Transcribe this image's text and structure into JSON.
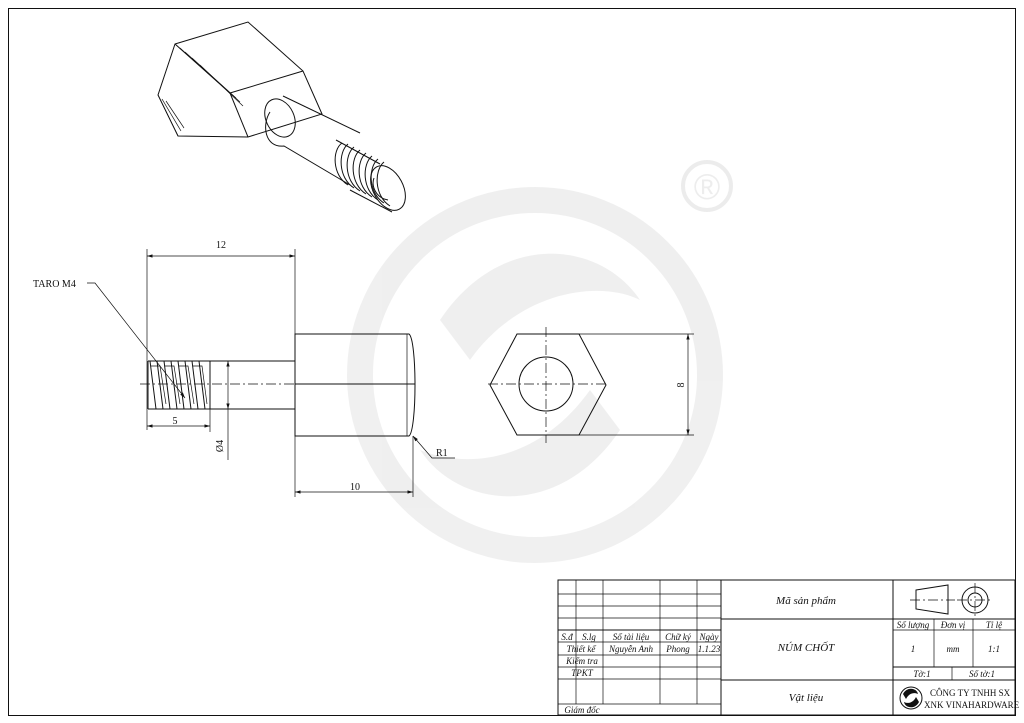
{
  "dimensions": {
    "overall_length": "12",
    "thread_length": "5",
    "body_length": "10",
    "shank_diameter": "Ø4",
    "across_flats": "8",
    "fillet_radius": "R1",
    "thread_callout": "TARO M4"
  },
  "title_block": {
    "headers": [
      "S.đ",
      "S.lg",
      "Số tài liệu",
      "Chữ ký",
      "Ngày"
    ],
    "designer_row": [
      "Thiết kế",
      "Nguyễn Anh",
      "Phong",
      "1.1.23"
    ],
    "check_label": "Kiểm tra",
    "tpkt_label": "TPKT",
    "director_label": "Giám đốc",
    "product_code_label": "Mã sản phẩm",
    "part_name": "NÚM CHỐT",
    "material_label": "Vật liệu",
    "quantity_label": "Số lượng",
    "unit_label": "Đơn vị",
    "scale_label": "Tỉ lệ",
    "quantity": "1",
    "unit": "mm",
    "scale": "1:1",
    "sheet": "Tờ:1",
    "sheet_count": "Số tờ:1",
    "company_line1": "CÔNG TY TNHH SX",
    "company_line2": "XNK VINAHARDWARE"
  },
  "watermark": {
    "mark": "®"
  }
}
